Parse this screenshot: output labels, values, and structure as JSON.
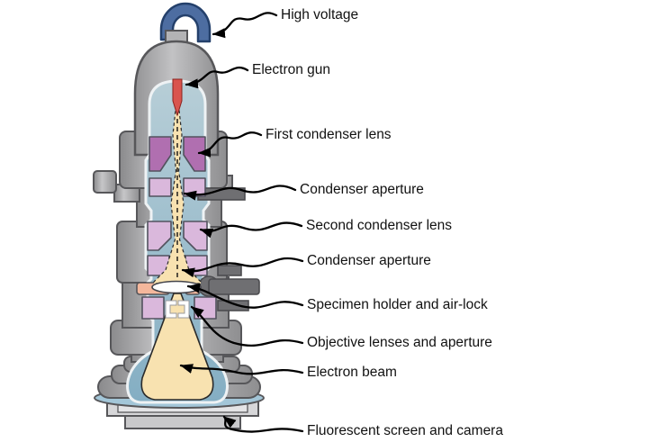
{
  "figure": {
    "title": "Transmission electron microscope cutaway diagram",
    "labels": [
      {
        "id": "high-voltage",
        "text": "High voltage"
      },
      {
        "id": "electron-gun",
        "text": "Electron gun"
      },
      {
        "id": "first-condenser-lens",
        "text": "First condenser lens"
      },
      {
        "id": "condenser-aperture-1",
        "text": "Condenser aperture"
      },
      {
        "id": "second-condenser-lens",
        "text": "Second condenser lens"
      },
      {
        "id": "condenser-aperture-2",
        "text": "Condenser aperture"
      },
      {
        "id": "specimen-holder",
        "text": "Specimen holder and air-lock"
      },
      {
        "id": "objective-lenses",
        "text": "Objective lenses and aperture"
      },
      {
        "id": "electron-beam",
        "text": "Electron beam"
      },
      {
        "id": "fluorescent-screen",
        "text": "Fluorescent screen and camera"
      }
    ]
  },
  "palette": {
    "background": "#ffffff",
    "casing": "#9b9b9d",
    "casing_light": "#c6c6c8",
    "casing_outline": "#57575a",
    "interior_blue_top": "#b7ced7",
    "interior_blue_bottom": "#84aec3",
    "interior_gap": "#eef2f4",
    "lens_dark_purple": "#b06fb0",
    "lens_light_purple": "#dab8dc",
    "beam": "#f8e2b0",
    "beam_outline": "#2a2a2a",
    "specimen_salmon": "#f4b79c",
    "filament_red": "#d9544e",
    "cable_blue": "#4d6da1",
    "cable_outline": "#24406b",
    "rod_gray": "#6f6f72",
    "leader": "#000000"
  }
}
